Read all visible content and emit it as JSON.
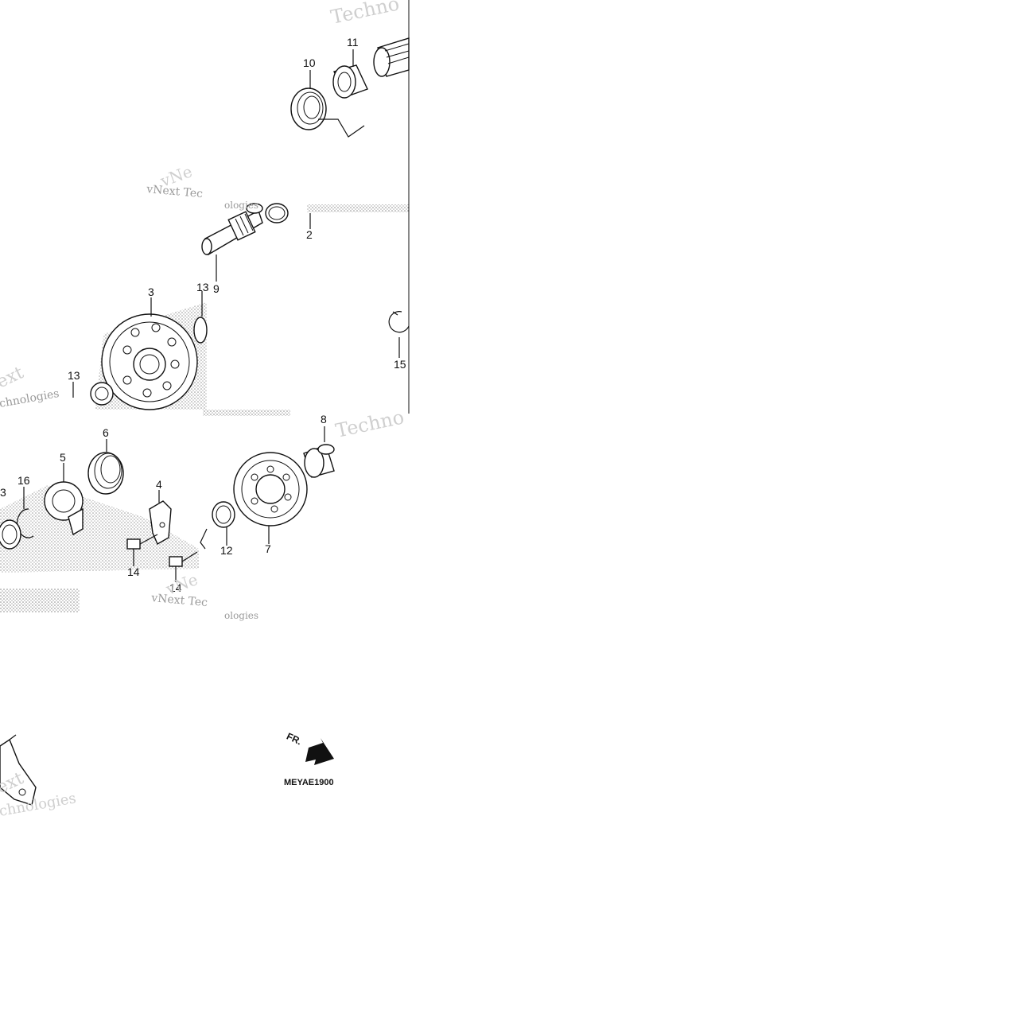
{
  "diagram": {
    "code": "MEYAE1900",
    "direction_label": "FR.",
    "callouts": [
      {
        "id": "c10",
        "text": "10"
      },
      {
        "id": "c11",
        "text": "11"
      },
      {
        "id": "c2",
        "text": "2"
      },
      {
        "id": "c9",
        "text": "9"
      },
      {
        "id": "c3",
        "text": "3"
      },
      {
        "id": "c13a",
        "text": "13"
      },
      {
        "id": "c13b",
        "text": "13"
      },
      {
        "id": "c15",
        "text": "15"
      },
      {
        "id": "c6",
        "text": "6"
      },
      {
        "id": "c8",
        "text": "8"
      },
      {
        "id": "c5",
        "text": "5"
      },
      {
        "id": "c16",
        "text": "16"
      },
      {
        "id": "c3b",
        "text": "3"
      },
      {
        "id": "c4",
        "text": "4"
      },
      {
        "id": "c12",
        "text": "12"
      },
      {
        "id": "c7",
        "text": "7"
      },
      {
        "id": "c14a",
        "text": "14"
      },
      {
        "id": "c14b",
        "text": "14"
      }
    ],
    "watermarks": [
      {
        "id": "w1",
        "text": "Techno"
      },
      {
        "id": "w2",
        "text": "vNext Tec"
      },
      {
        "id": "w3",
        "text": "vNe"
      },
      {
        "id": "w4",
        "text": "ologies"
      },
      {
        "id": "w5",
        "text": "ext"
      },
      {
        "id": "w6",
        "text": "chnologies"
      },
      {
        "id": "w7",
        "text": "Techno"
      },
      {
        "id": "w8",
        "text": "vNext Tec"
      },
      {
        "id": "w9",
        "text": "vNe"
      },
      {
        "id": "w10",
        "text": "ologies"
      },
      {
        "id": "w11",
        "text": "ext"
      },
      {
        "id": "w12",
        "text": "chnologies"
      }
    ]
  }
}
